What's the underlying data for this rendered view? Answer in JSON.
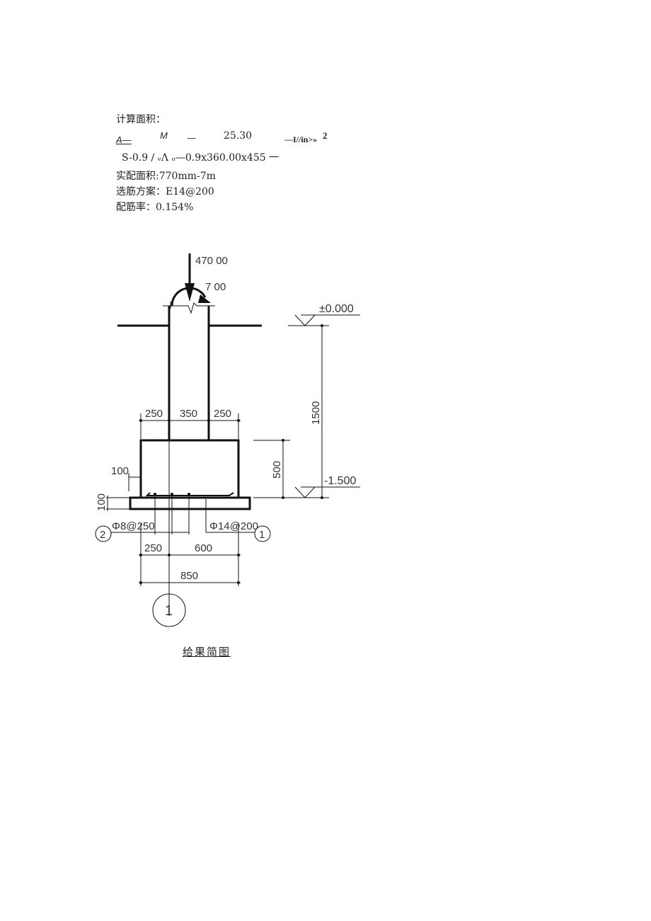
{
  "calc": {
    "heading": "计算面积：",
    "formula_top": {
      "A": "A—",
      "M": "M",
      "dash1": "—",
      "num": "25.30",
      "tail": "—I//in>»",
      "exp": "2"
    },
    "formula_bottom": "S-0.9 / ᵥΛ ₒ—0.9x360.00x455 一",
    "actual_area": "实配面积:770mm-7m",
    "scheme": "选筋方案：E14@200",
    "ratio": "配筋率：0.154%"
  },
  "drawing": {
    "axial_load": "470 00",
    "moment": "7 00",
    "elev_top": "±0.000",
    "elev_bottom": "-1.500",
    "depth_dim": "1500",
    "dim_top": [
      "250",
      "350",
      "250"
    ],
    "dim_footing_height": "500",
    "dim_cover": "100",
    "dim_pad": "100",
    "rebar_left": "Φ8@250",
    "rebar_right": "Φ14@200",
    "tag_left": "2",
    "tag_right": "1",
    "dim_bottom": [
      "250",
      "600"
    ],
    "dim_total": "850",
    "axis_tag": "1"
  },
  "caption": "给果简图"
}
